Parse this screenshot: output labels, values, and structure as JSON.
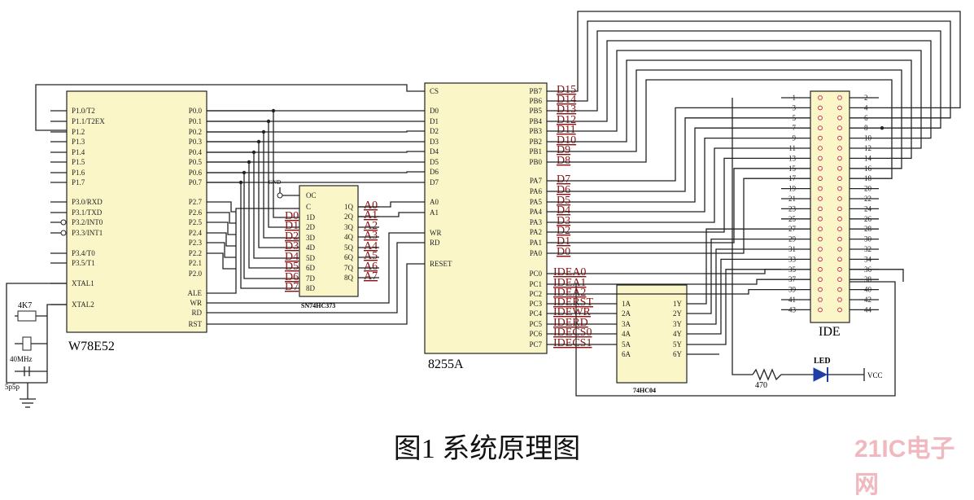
{
  "chips": {
    "mcu": {
      "name": "W78E52",
      "left_pins": [
        "P1.0/T2",
        "P1.1/T2EX",
        "P1.2",
        "P1.3",
        "P1.4",
        "P1.5",
        "P1.6",
        "P1.7",
        "P3.0/RXD",
        "P3.1/TXD",
        "P3.2/INT0",
        "P3.3/INT1",
        "P3.4/T0",
        "P3.5/T1",
        "XTAL1",
        "XTAL2"
      ],
      "right_pins": [
        "P0.0",
        "P0.1",
        "P0.2",
        "P0.3",
        "P0.4",
        "P0.5",
        "P0.6",
        "P0.7",
        "P2.7",
        "P2.6",
        "P2.5",
        "P2.4",
        "P2.3",
        "P2.2",
        "P2.1",
        "P2.0",
        "ALE",
        "WR",
        "RD",
        "RST"
      ]
    },
    "latch": {
      "name": "SN74HC373",
      "left_pins": [
        "OC",
        "C",
        "1D",
        "2D",
        "3D",
        "4D",
        "5D",
        "6D",
        "7D",
        "8D"
      ],
      "right_pins": [
        "1Q",
        "2Q",
        "3Q",
        "4Q",
        "5Q",
        "6Q",
        "7Q",
        "8Q"
      ],
      "in_labels": [
        "D0",
        "D1",
        "D2",
        "D3",
        "D4",
        "D5",
        "D6",
        "D7"
      ],
      "out_labels": [
        "A0",
        "A1",
        "A2",
        "A3",
        "A4",
        "A5",
        "A6",
        "A7"
      ],
      "gnd_label": "GND"
    },
    "ppi": {
      "name": "8255A",
      "left_pins": [
        "CS",
        "D0",
        "D1",
        "D2",
        "D3",
        "D4",
        "D5",
        "D6",
        "D7",
        "A0",
        "A1",
        "WR",
        "RD",
        "RESET"
      ],
      "right_pins": [
        "PB7",
        "PB6",
        "PB5",
        "PB4",
        "PB3",
        "PB2",
        "PB1",
        "PB0",
        "PA7",
        "PA6",
        "PA5",
        "PA4",
        "PA3",
        "PA2",
        "PA1",
        "PA0",
        "PC0",
        "PC1",
        "PC2",
        "PC3",
        "PC4",
        "PC5",
        "PC6",
        "PC7"
      ],
      "pb_labels": [
        "D15",
        "D14",
        "D13",
        "D12",
        "D11",
        "D10",
        "D9",
        "D8"
      ],
      "pa_labels": [
        "D7",
        "D6",
        "D5",
        "D4",
        "D3",
        "D2",
        "D1",
        "D0"
      ],
      "pc_labels": [
        "IDEA0",
        "IDEA1",
        "IDEA2",
        "IDERST",
        "IDEWR",
        "IDERD",
        "IDECS0",
        "IDECS1"
      ]
    },
    "inverter": {
      "name": "74HC04",
      "left_pins": [
        "1A",
        "2A",
        "3A",
        "4A",
        "5A",
        "6A"
      ],
      "right_pins": [
        "1Y",
        "2Y",
        "3Y",
        "4Y",
        "5Y",
        "6Y"
      ]
    },
    "ide": {
      "name": "IDE",
      "odd_pins": [
        "1",
        "3",
        "5",
        "7",
        "9",
        "11",
        "13",
        "15",
        "17",
        "19",
        "21",
        "23",
        "25",
        "27",
        "29",
        "31",
        "33",
        "35",
        "37",
        "39",
        "41",
        "43"
      ],
      "even_pins": [
        "2",
        "4",
        "6",
        "8",
        "10",
        "12",
        "14",
        "16",
        "18",
        "20",
        "22",
        "24",
        "26",
        "28",
        "30",
        "32",
        "34",
        "36",
        "38",
        "40",
        "42",
        "44"
      ]
    }
  },
  "components": {
    "resistor_rst": "4K7",
    "crystal": "40MHz",
    "capacitors": "5p5p",
    "resistor_led": "470",
    "led": "LED",
    "vcc": "VCC"
  },
  "caption": "图1 系统原理图",
  "watermark": "21IC电子网"
}
